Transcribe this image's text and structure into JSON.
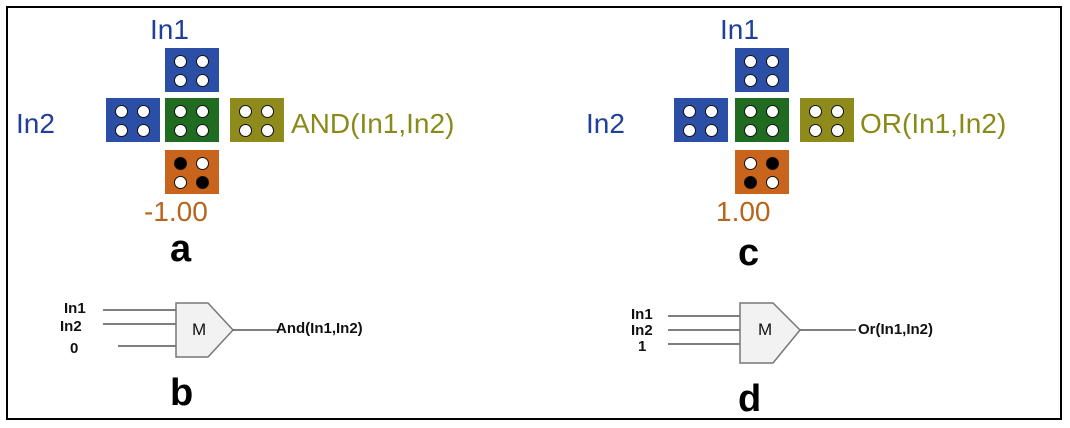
{
  "colors": {
    "in_cell": "#2b4fa6",
    "center_cell": "#1f6b1f",
    "out_cell": "#8f8a1c",
    "bias_cell": "#c8641c",
    "in_text": "#1f3f9a",
    "out_text": "#8a8a1a",
    "bias_text": "#b8641a"
  },
  "panel_a": {
    "in1": "In1",
    "in2": "In2",
    "output": "AND(In1,In2)",
    "bias": "-1.00",
    "letter": "a",
    "bias_dots": [
      "black",
      "white",
      "white",
      "black"
    ]
  },
  "panel_c": {
    "in1": "In1",
    "in2": "In2",
    "output": "OR(In1,In2)",
    "bias": "1.00",
    "letter": "c",
    "bias_dots": [
      "white",
      "black",
      "black",
      "white"
    ]
  },
  "panel_b": {
    "inputs": [
      "In1",
      "In2",
      "0"
    ],
    "gate": "M",
    "output": "And(In1,In2)",
    "letter": "b"
  },
  "panel_d": {
    "inputs": [
      "In1",
      "In2",
      "1"
    ],
    "gate": "M",
    "output": "Or(In1,In2)",
    "letter": "d"
  }
}
